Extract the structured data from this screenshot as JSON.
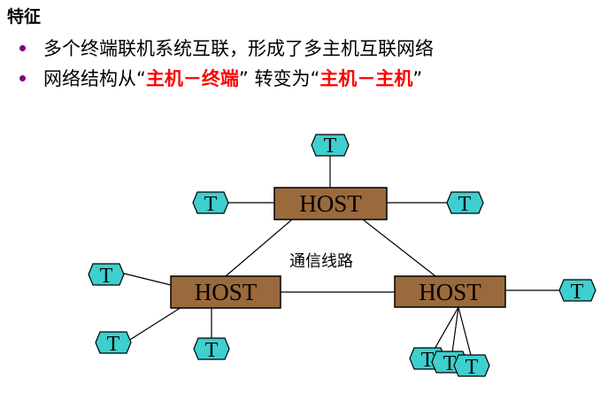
{
  "heading": "特征",
  "bullets": [
    {
      "text": "多个终端联机系统互联，形成了多主机互联网络"
    },
    {
      "prefix": "网络结构从“",
      "highlight1": "主机－终端",
      "middle": "” 转变为“",
      "highlight2": "主机－主机",
      "suffix": "”"
    }
  ],
  "diagram": {
    "host_label": "HOST",
    "terminal_label": "T",
    "line_label": "通信线路",
    "colors": {
      "host_fill": "#9a6a3c",
      "terminal_fill": "#3ecfcf",
      "bullet": "#800080",
      "highlight": "#ff0000"
    }
  }
}
